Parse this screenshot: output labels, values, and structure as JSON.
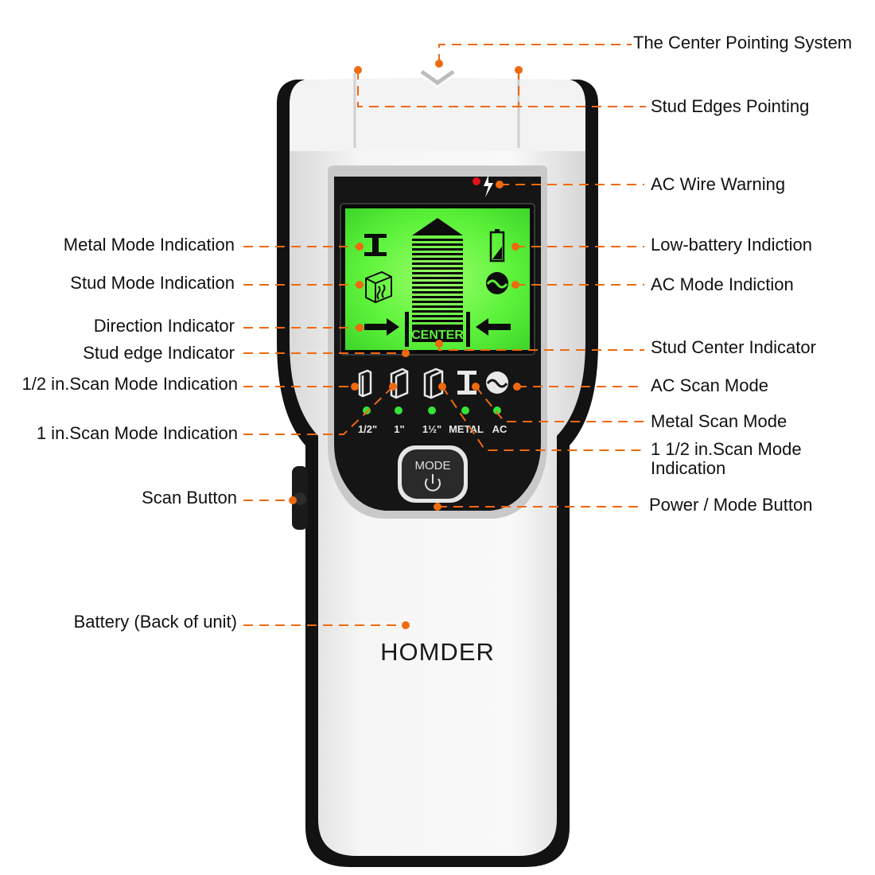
{
  "brand": "HOMDER",
  "lcd": {
    "center_text": "CENTER"
  },
  "button": {
    "mode_text": "MODE"
  },
  "mode_labels": {
    "half": "1/2\"",
    "one": "1\"",
    "one_half": "1½\"",
    "metal": "METAL",
    "ac": "AC"
  },
  "callouts": {
    "center_pointing": "The Center Pointing System",
    "stud_edges": "Stud Edges Pointing",
    "ac_wire_warning": "AC Wire Warning",
    "metal_mode_ind": "Metal Mode Indication",
    "low_battery": "Low-battery Indiction",
    "stud_mode_ind": "Stud Mode Indication",
    "ac_mode_ind": "AC Mode Indiction",
    "direction_ind": "Direction Indicator",
    "stud_edge_ind": "Stud edge Indicator",
    "stud_center_ind": "Stud Center Indicator",
    "half_in_scan": "1/2 in.Scan Mode Indication",
    "ac_scan_mode": "AC Scan Mode",
    "metal_scan_mode": "Metal Scan Mode",
    "one_in_scan": "1 in.Scan Mode Indication",
    "one_half_in_scan_1": "1 1/2 in.Scan Mode",
    "one_half_in_scan_2": "Indication",
    "scan_button": "Scan Button",
    "power_mode_button": "Power / Mode Button",
    "battery": "Battery (Back of unit)"
  },
  "colors": {
    "accent": "#ee6a0f",
    "lcd": "#5fff3a",
    "body": "#ececec",
    "frame": "#111111",
    "led": "#37e337",
    "ac_warning": "#e0121a"
  }
}
